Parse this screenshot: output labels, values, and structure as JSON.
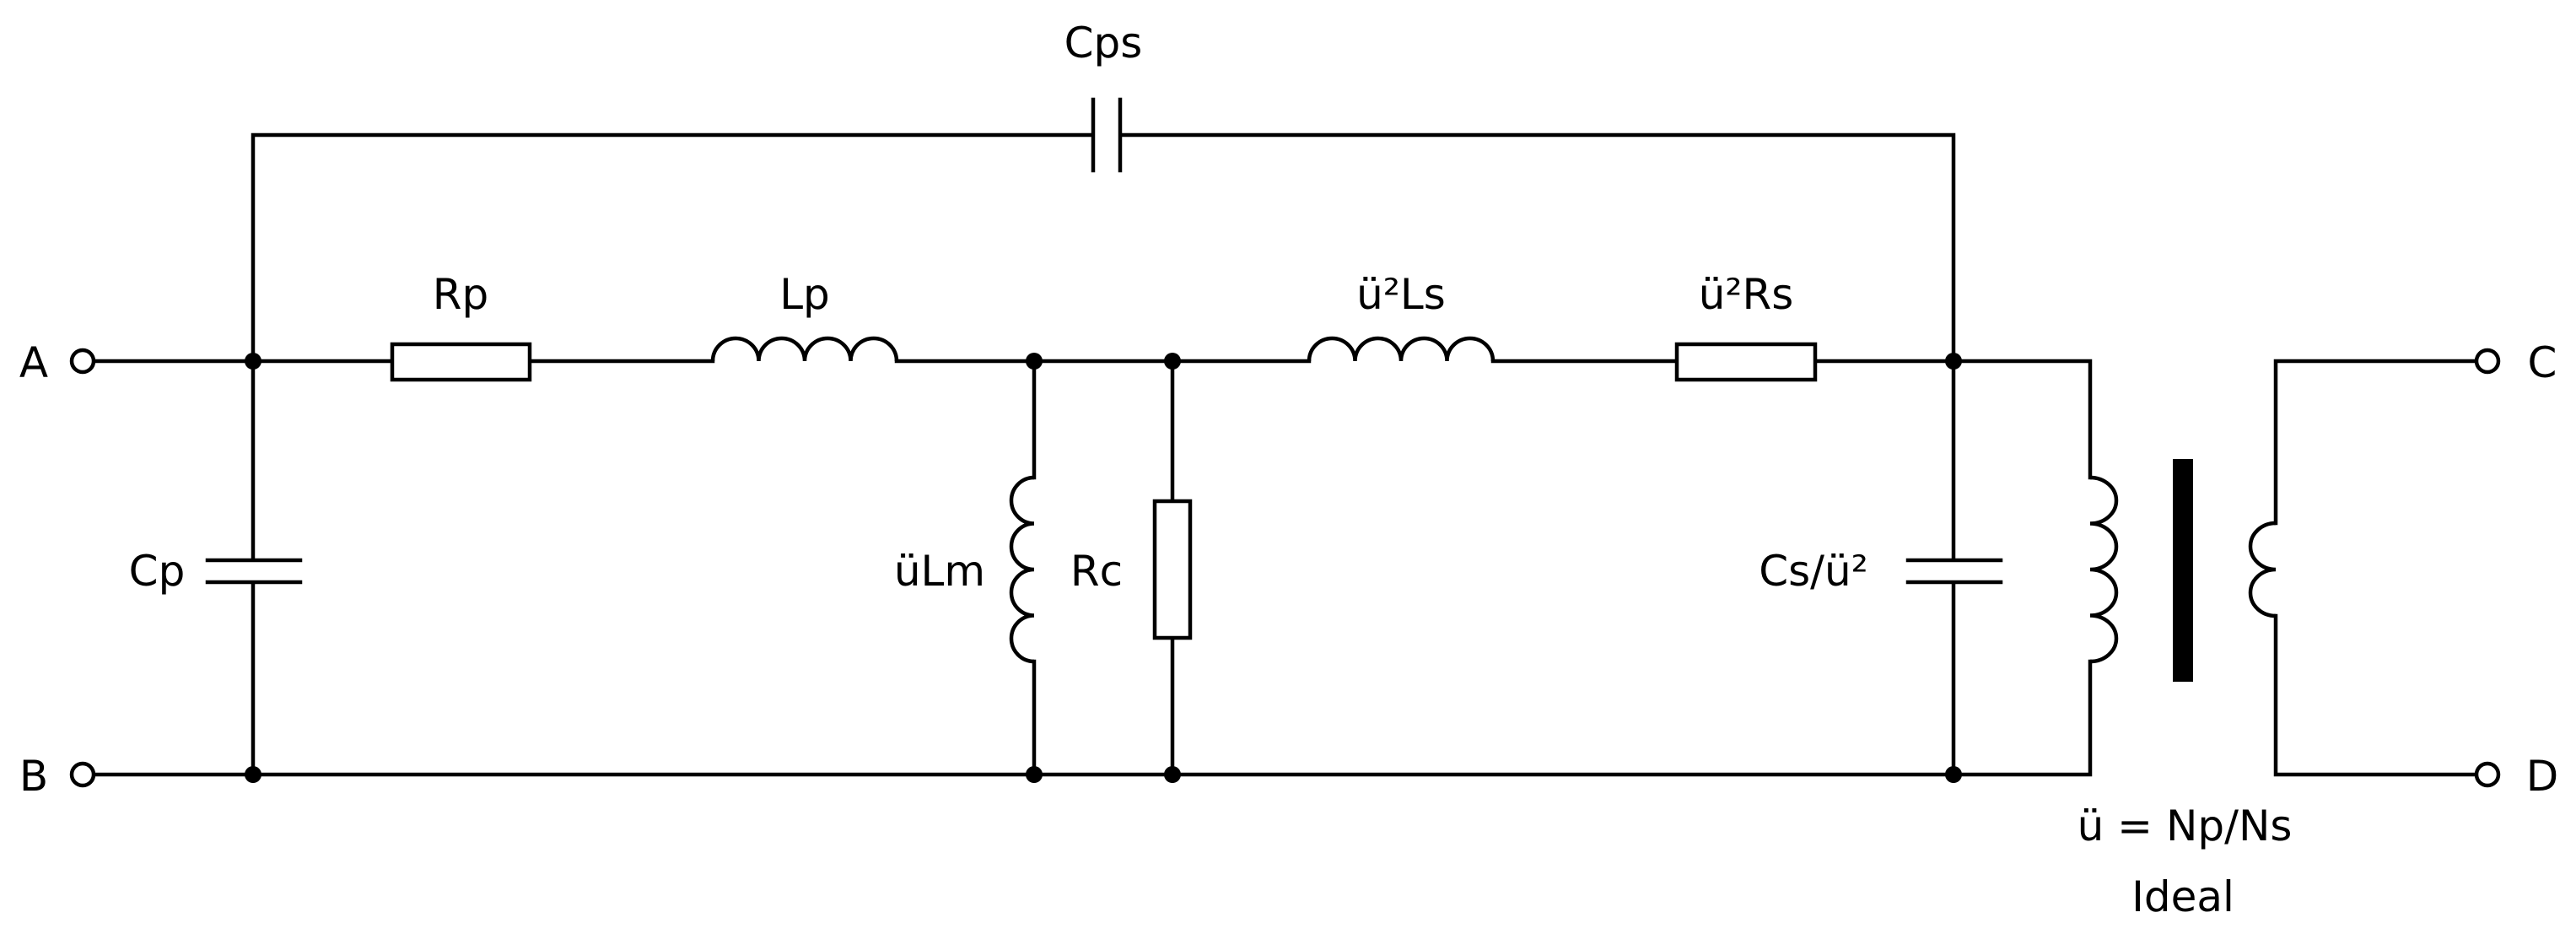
{
  "terminals": {
    "a": "A",
    "b": "B",
    "c": "C",
    "d": "D"
  },
  "components": {
    "cps": "Cps",
    "rp": "Rp",
    "lp": "Lp",
    "lm": "üLm",
    "rc": "Rc",
    "ls": "ü²Ls",
    "rs": "ü²Rs",
    "cp": "Cp",
    "cs": "Cs/ü²"
  },
  "transformer": {
    "ratio": "ü = Np/Ns",
    "type": "Ideal"
  },
  "colors": {
    "line": "#000000",
    "background": "#ffffff"
  }
}
